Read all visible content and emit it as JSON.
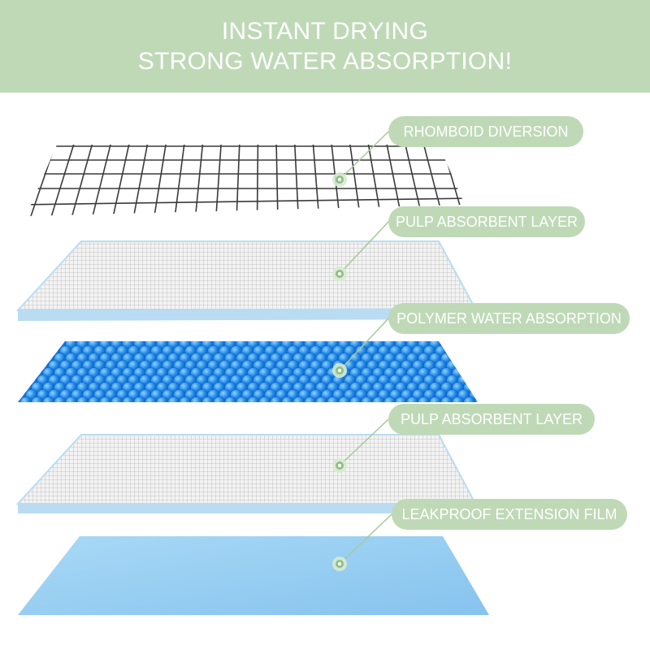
{
  "header": {
    "line1": "INSTANT DRYING",
    "line2": "STRONG WATER ABSORPTION!"
  },
  "layers": [
    {
      "label": "RHOMBOID DIVERSION",
      "kind": "wire-mesh"
    },
    {
      "label": "PULP ABSORBENT LAYER",
      "kind": "pulp-sheet"
    },
    {
      "label": "POLYMER WATER ABSORPTION",
      "kind": "polymer-beads"
    },
    {
      "label": "PULP ABSORBENT LAYER",
      "kind": "pulp-sheet"
    },
    {
      "label": "LEAKPROOF EXTENSION FILM",
      "kind": "film-sheet"
    }
  ],
  "colors": {
    "header_bg": "#bfd9b7",
    "label_bg": "#bfd9b7",
    "label_text": "#ffffff",
    "mesh": "#3a3a3a",
    "sheet_edge": "#b9dcf2",
    "bead_light": "#8fd2ff",
    "bead_dark": "#0a67d0",
    "film": "#9bd0f2"
  }
}
